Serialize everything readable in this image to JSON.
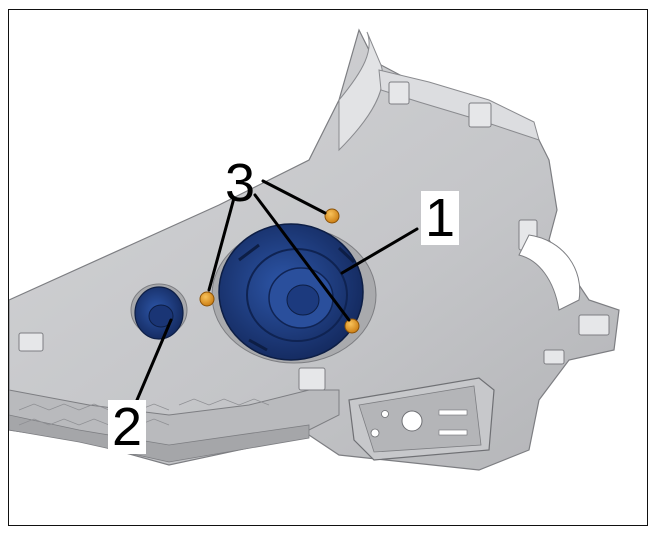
{
  "callouts": [
    {
      "id": "1",
      "text": "1"
    },
    {
      "id": "2",
      "text": "2"
    },
    {
      "id": "3",
      "text": "3"
    }
  ],
  "colors": {
    "trim": "#c8c9cb",
    "trim_dark": "#9b9c9f",
    "trim_light": "#e4e5e7",
    "speaker": "#1f3f8a",
    "speaker_dark": "#162d66",
    "fastener": "#e39a1c",
    "line": "#000000"
  },
  "icons": [
    "trim-panel-illustration",
    "speaker-component",
    "tweeter-component",
    "bolt-fastener"
  ]
}
